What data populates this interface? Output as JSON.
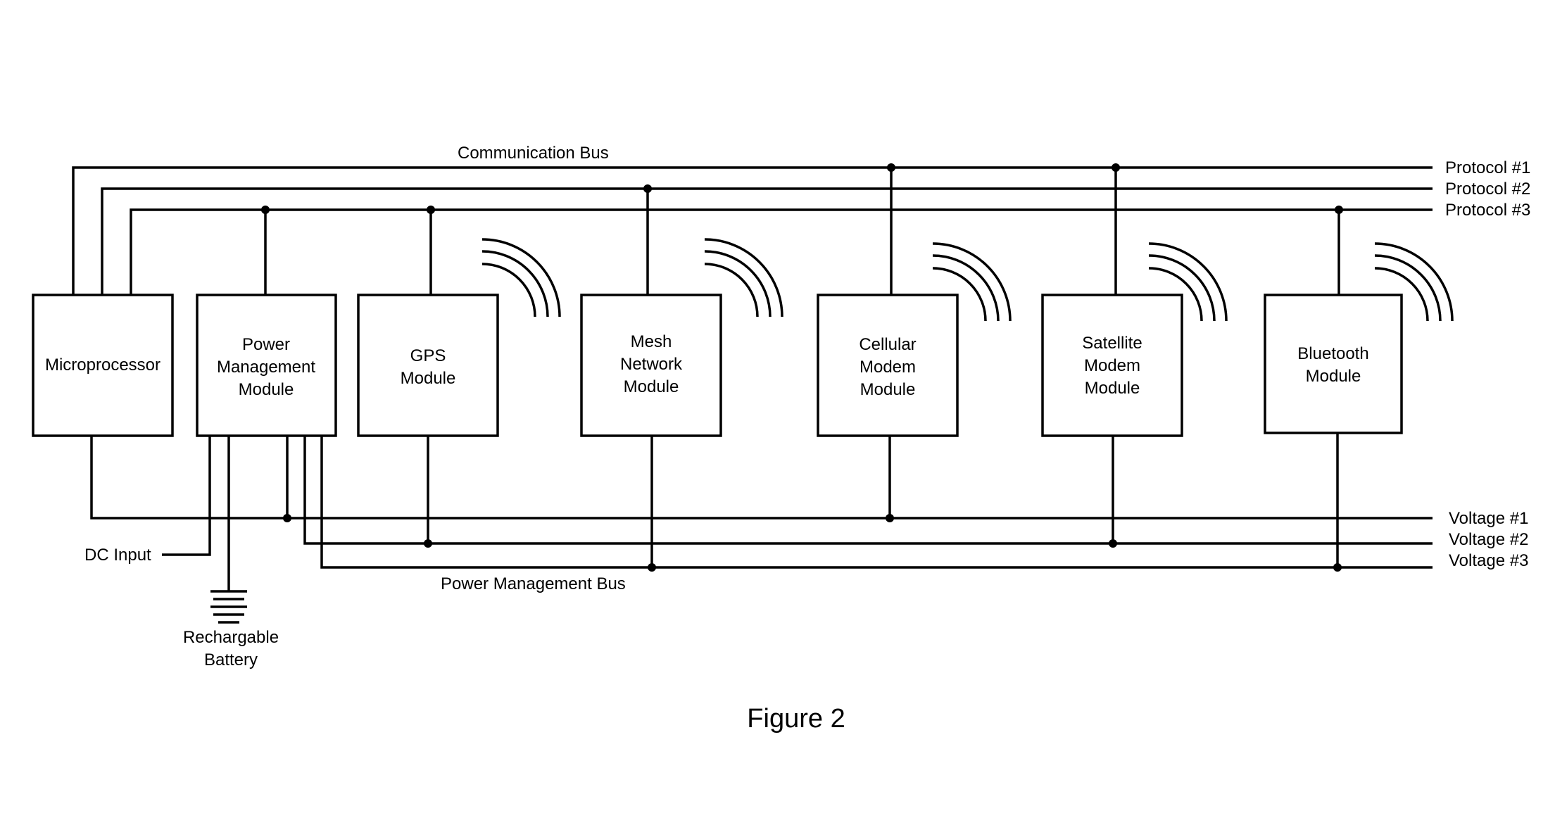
{
  "figure_label": "Figure 2",
  "buses": {
    "communication_bus": "Communication Bus",
    "power_management_bus": "Power Management Bus",
    "protocols": [
      "Protocol #1",
      "Protocol #2",
      "Protocol #3"
    ],
    "voltages": [
      "Voltage #1",
      "Voltage #2",
      "Voltage #3"
    ]
  },
  "modules": {
    "microprocessor": [
      "Microprocessor"
    ],
    "power_management": [
      "Power",
      "Management",
      "Module"
    ],
    "gps": [
      "GPS",
      "Module"
    ],
    "mesh": [
      "Mesh",
      "Network",
      "Module"
    ],
    "cellular": [
      "Cellular",
      "Modem",
      "Module"
    ],
    "satellite": [
      "Satellite",
      "Modem",
      "Module"
    ],
    "bluetooth": [
      "Bluetooth",
      "Module"
    ]
  },
  "inputs": {
    "dc_input": "DC Input",
    "battery": [
      "Rechargable",
      "Battery"
    ]
  }
}
